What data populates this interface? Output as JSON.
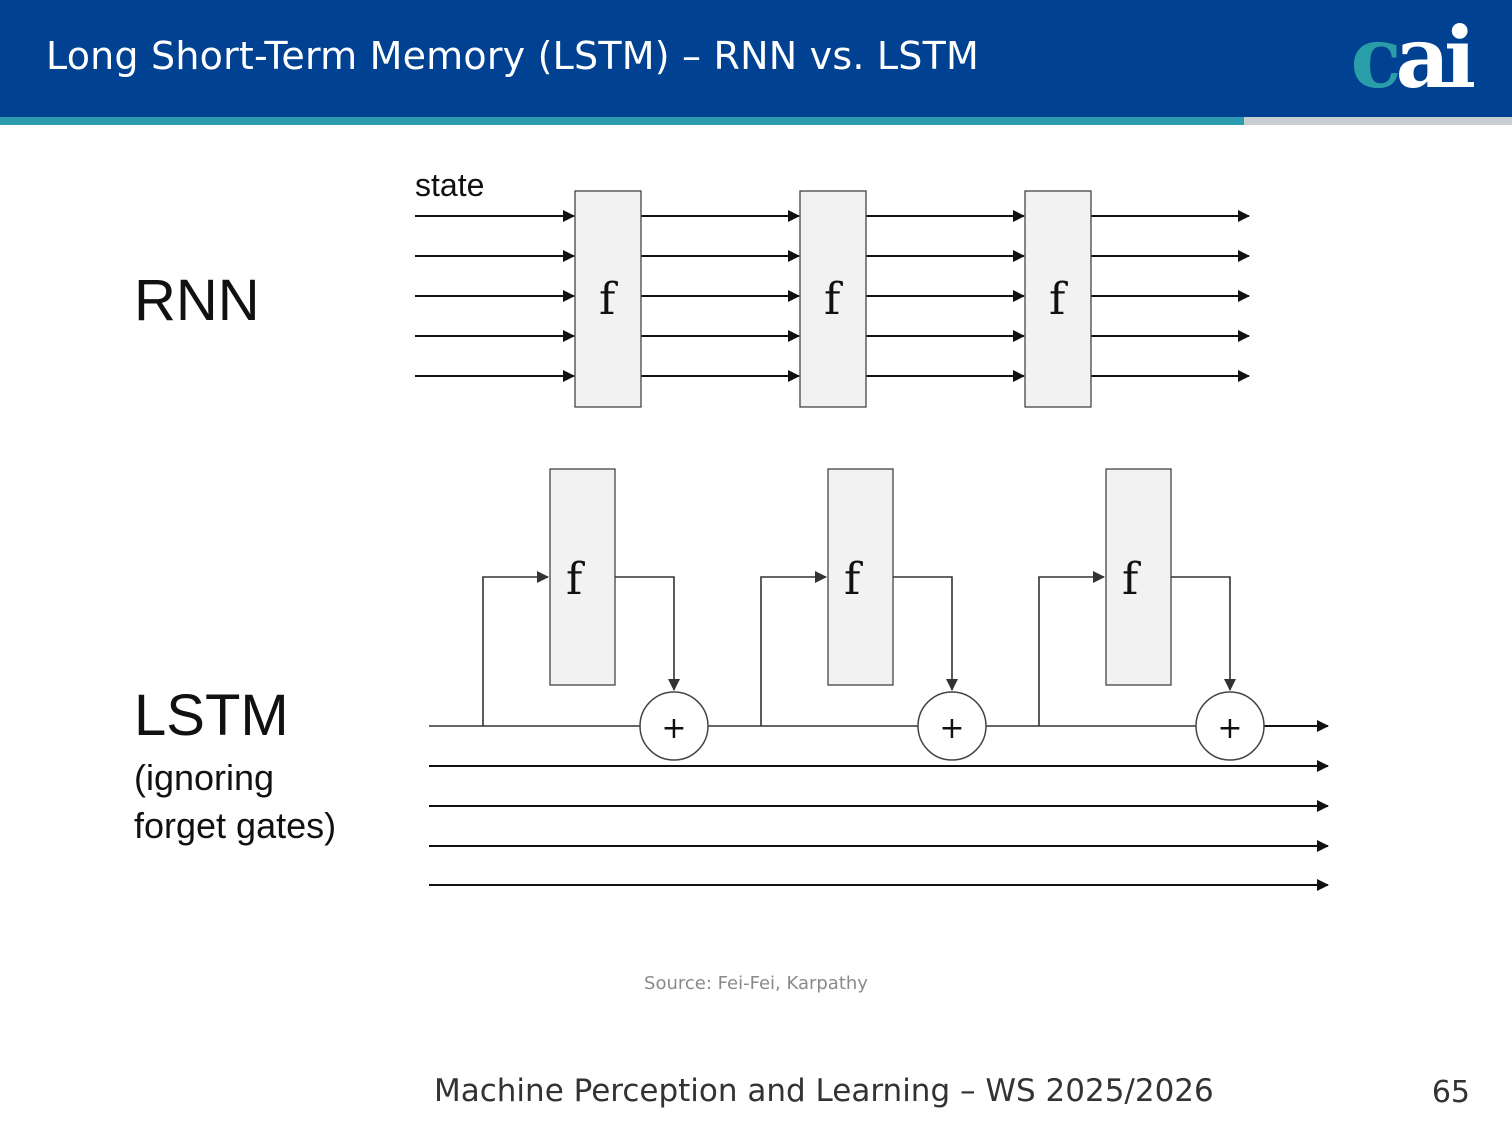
{
  "header": {
    "title": "Long Short-Term Memory (LSTM) – RNN vs. LSTM",
    "logo_c": "c",
    "logo_ai": "ai"
  },
  "diagram": {
    "rnn_label": "RNN",
    "state_label": "state",
    "lstm_label": "LSTM",
    "lstm_note_line1": "(ignoring",
    "lstm_note_line2": "forget gates)",
    "function_label": "f",
    "plus_label": "+",
    "rnn_cells": 3,
    "rnn_state_lines": 5,
    "lstm_cells": 3,
    "lstm_state_lines": 5
  },
  "source": "Source:  Fei-Fei, Karpathy",
  "footer": {
    "course": "Machine Perception and Learning – WS 2025/2026",
    "page": "65"
  },
  "colors": {
    "header_bg": "#004191",
    "accent_teal": "#2d9cb0",
    "stripe_grey": "#c8cdd2"
  }
}
